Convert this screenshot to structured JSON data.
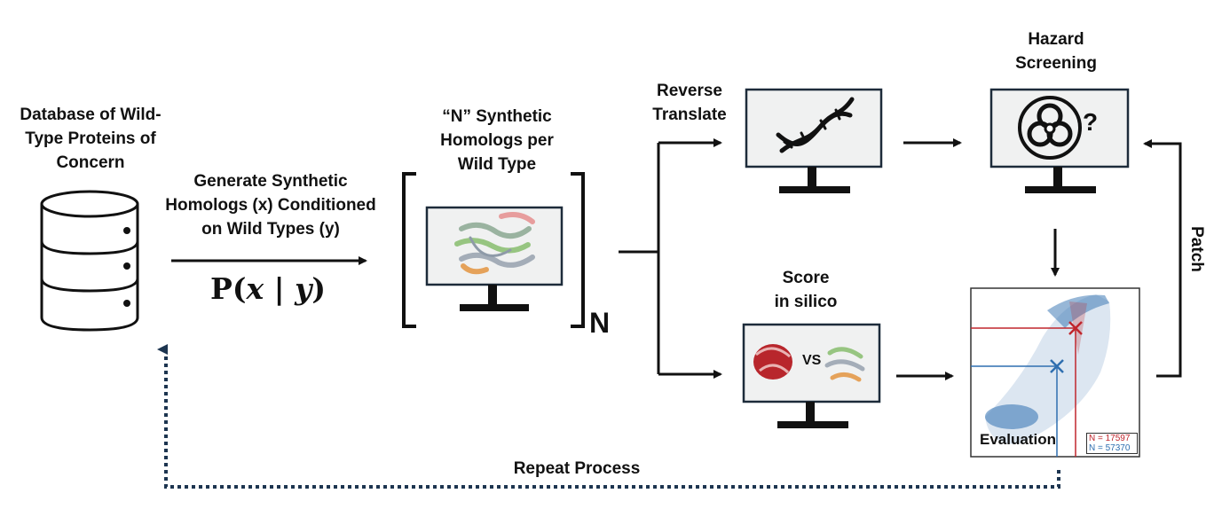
{
  "labels": {
    "database": [
      "Database of Wild-",
      "Type Proteins of",
      "Concern"
    ],
    "generate": [
      "Generate Synthetic",
      "Homologs (x) Conditioned",
      "on Wild Types (y)"
    ],
    "homologs": [
      "“N” Synthetic",
      "Homologs per",
      "Wild Type"
    ],
    "reverse": [
      "Reverse",
      "Translate"
    ],
    "hazard": [
      "Hazard",
      "Screening"
    ],
    "score": [
      "Score",
      "in silico"
    ],
    "patch": "Patch",
    "repeat": "Repeat Process",
    "n_multiplier": "N",
    "vs": "VS",
    "question": "?"
  },
  "formula": {
    "prefix": "P(",
    "x": "x",
    "bar": " | ",
    "y": "y",
    "suffix": ")"
  },
  "evaluation": {
    "title": "Evaluation",
    "legend": [
      {
        "text": "N = 17597",
        "color": "#c0262d"
      },
      {
        "text": "N = 57370",
        "color": "#2f6fb0"
      }
    ]
  },
  "icons": [
    "database-icon",
    "protein-structure-icon",
    "dna-icon",
    "biohazard-icon",
    "scatter-plot-icon"
  ],
  "colors": {
    "red": "#c0262d",
    "blue": "#2f6fb0",
    "monitor": "#1d2b3a",
    "dotted": "#1d3550"
  }
}
